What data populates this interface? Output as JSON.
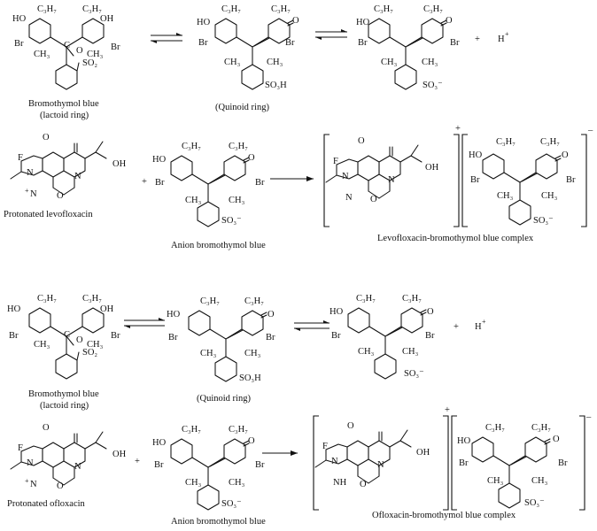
{
  "captions": {
    "btb_lactoid_1": "Bromothymol blue",
    "btb_lactoid_2": "(lactoid ring)",
    "quinoid": "(Quinoid ring)",
    "proton": "H",
    "proton_charge": "+",
    "plus": "+",
    "protonated_levo": "Protonated levofloxacin",
    "anion_btb": "Anion bromothymol blue",
    "levo_complex": "Levofloxacin-bromothymol blue complex",
    "protonated_oflox": "Protonated ofloxacin",
    "oflox_complex": "Ofloxacin-bromothymol blue complex",
    "charge_plus": "+",
    "charge_minus": "–"
  },
  "atoms": {
    "C3H7": "C₃H₇",
    "HO": "HO",
    "OH": "OH",
    "O": "O",
    "Br": "Br",
    "CH3": "CH₃",
    "SO2": "SO₂",
    "SO3H": "SO₃H",
    "SO3minus": "SO₃⁻",
    "C": "C",
    "F": "F",
    "N": "N",
    "NH": "NH",
    "NHplus": "+"
  }
}
